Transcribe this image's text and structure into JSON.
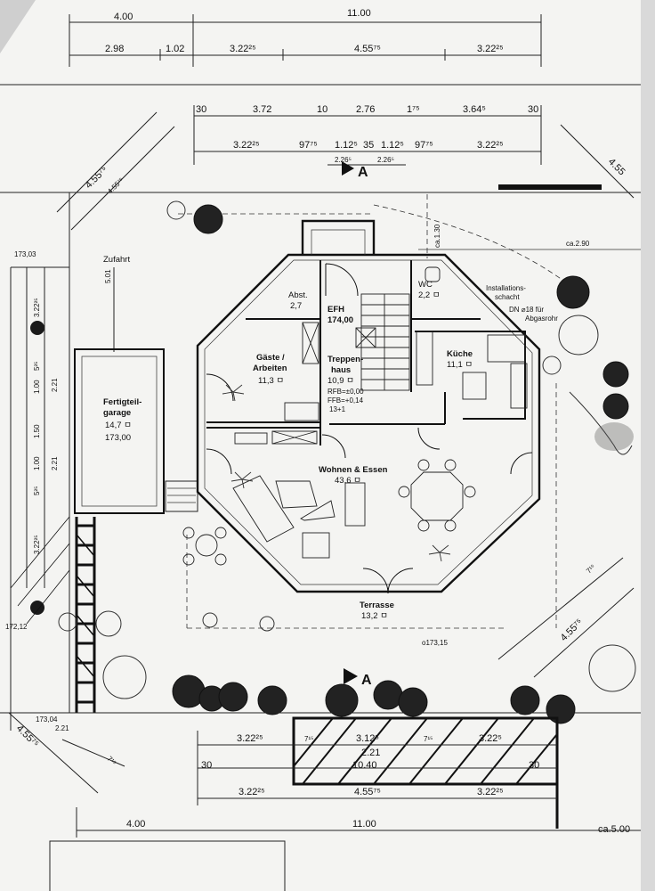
{
  "top_dims": {
    "row1": [
      "4.00",
      "11.00"
    ],
    "row2": [
      "2.98",
      "1.02",
      "3.22²⁵",
      "4.55⁷⁵",
      "3.22²⁵"
    ],
    "row3": [
      "30",
      "3.72",
      "10",
      "2.76",
      "1⁷⁵",
      "3.64⁵",
      "30"
    ],
    "row4": [
      "3.22²⁵",
      "97⁷⁵",
      "1.12⁵",
      "35",
      "1.12⁵",
      "97⁷⁵",
      "3.22²⁵"
    ],
    "row5": [
      "2.26⁵",
      "2.26⁵"
    ]
  },
  "section_marker": "A",
  "diag_dims": {
    "upper_left": [
      "4.55⁷⁵",
      "4.55⁷⁵"
    ],
    "upper_right": "4.55",
    "lower_left": [
      "4.55⁷⁵",
      "7¹⁵"
    ],
    "lower_right": [
      "4.55⁷⁵",
      "7¹⁵"
    ]
  },
  "left_dims": [
    "173,03",
    "3.22²⁵",
    "5²⁵",
    "1.00",
    "2.21",
    "1.50",
    "1.00",
    "2.21",
    "5²⁵",
    "3.22²⁵",
    "172,12",
    "173,04",
    "2.21"
  ],
  "labels": {
    "zufahrt": "Zufahrt",
    "zufahrt_dim": "5.01",
    "ca130": "ca.1.30",
    "ca290": "ca.2.90",
    "installation": [
      "Installations-",
      "schacht",
      "DN ⌀18 für",
      "Abgasrohr"
    ],
    "level_terrace": "o173,15",
    "ca500": "ca.5.00"
  },
  "rooms": {
    "efh": {
      "name": "EFH",
      "value": "174,00"
    },
    "abst": {
      "name": "Abst.",
      "area": "2,7"
    },
    "wc": {
      "name": "WC",
      "area": "2,2 ㅁ"
    },
    "gaeste": {
      "name1": "Gäste /",
      "name2": "Arbeiten",
      "area": "11,3 ㅁ"
    },
    "treppenhaus": {
      "name1": "Treppen-",
      "name2": "haus",
      "area": "10,9 ㅁ",
      "rfb": "RFB=±0,00",
      "ffb": "FFB=+0,14",
      "steps": "13+1"
    },
    "kueche": {
      "name": "Küche",
      "area": "11,1 ㅁ"
    },
    "wohnen": {
      "name": "Wohnen & Essen",
      "area": "43,6 ㅁ"
    },
    "garage": {
      "name1": "Fertigteil-",
      "name2": "garage",
      "area": "14,7 ㅁ",
      "level": "173,00"
    },
    "terrasse": {
      "name": "Terrasse",
      "area": "13,2 ㅁ"
    }
  },
  "bottom_dims": {
    "row1": [
      "3.22²⁵",
      "7¹⁵",
      "3.12⁵",
      "7¹⁵",
      "3.22⁵"
    ],
    "row2": [
      "2.21"
    ],
    "row3": [
      "30",
      "10.40",
      "30"
    ],
    "row4": [
      "3.22²⁵",
      "4.55⁷⁵",
      "3.22²⁵"
    ],
    "row5": [
      "4.00",
      "11.00"
    ]
  }
}
